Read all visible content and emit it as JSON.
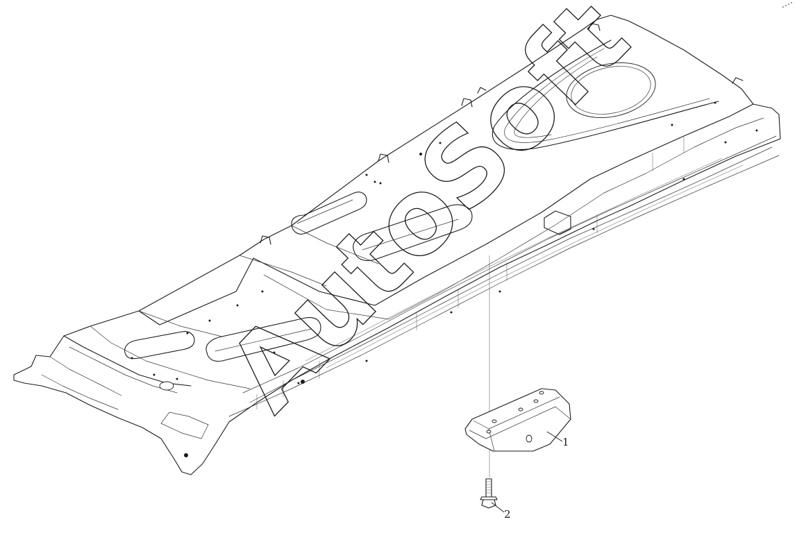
{
  "callouts": [
    {
      "label": "1",
      "part": "bracket"
    },
    {
      "label": "2",
      "part": "bolt"
    }
  ],
  "watermark": "AutoSoft",
  "colors": {
    "line": "#1a1a1a",
    "background": "#ffffff"
  }
}
